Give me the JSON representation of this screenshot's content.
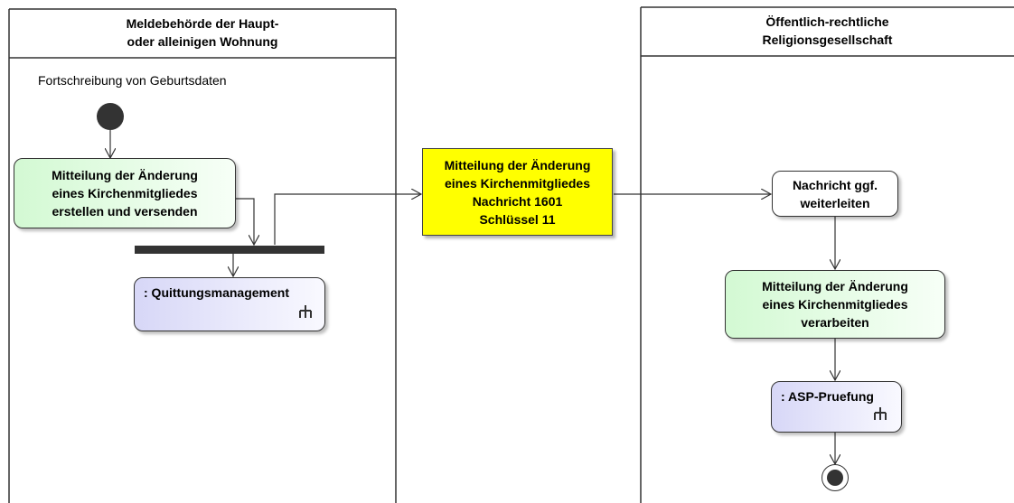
{
  "lanes": {
    "left": {
      "title_line1": "Meldebehörde der Haupt-",
      "title_line2": "oder alleinigen Wohnung"
    },
    "right": {
      "title_line1": "Öffentlich-rechtliche",
      "title_line2": "Religionsgesellschaft"
    }
  },
  "note": "Fortschreibung von Geburtsdaten",
  "actions": {
    "create": {
      "line1": "Mitteilung der Änderung",
      "line2": "eines Kirchenmitgliedes",
      "line3": "erstellen und versenden"
    },
    "receipt": {
      "label": ": Quittungsmanagement"
    },
    "message": {
      "line1": "Mitteilung der Änderung",
      "line2": "eines Kirchenmitgliedes",
      "line3": "Nachricht 1601",
      "line4": "Schlüssel 11"
    },
    "forward": {
      "line1": "Nachricht ggf.",
      "line2": "weiterleiten"
    },
    "process": {
      "line1": "Mitteilung der Änderung",
      "line2": "eines Kirchenmitgliedes",
      "line3": "verarbeiten"
    },
    "asp": {
      "label": ": ASP-Pruefung"
    }
  },
  "colors": {
    "action_green": "#d3f9d3",
    "subactivity_lavender": "#d7d7f7",
    "message_yellow": "#ffff00",
    "line": "#333333"
  },
  "icons": [
    "rake-icon",
    "initial-node-icon",
    "final-node-icon",
    "fork-bar"
  ]
}
